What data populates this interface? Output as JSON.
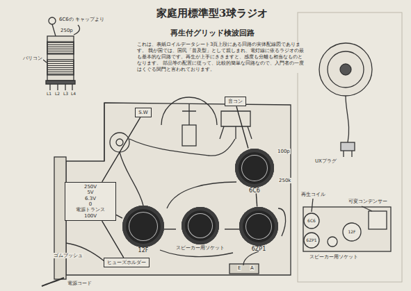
{
  "diagram": {
    "title": "家庭用標準型3球ラジオ",
    "nodes": [
      {
        "text": [
          "S.W"
        ]
      },
      {
        "text": [
          "音コン"
        ]
      },
      {
        "text": [
          "6C6"
        ]
      },
      {
        "text": [
          "250V",
          "5V",
          "6.3V",
          "0",
          "電源トランス",
          "100V"
        ]
      },
      {
        "text": [
          "12F"
        ]
      },
      {
        "text": [
          "スピーカー用ソケット"
        ]
      },
      {
        "text": [
          "6ZP1"
        ]
      },
      {
        "text": [
          "ヒューズホルダー"
        ]
      }
    ],
    "edges": [
      {
        "from": 0,
        "to": 3,
        "arrow": "none"
      },
      {
        "from": 3,
        "to": 4,
        "arrow": "none"
      },
      {
        "from": 4,
        "to": 5,
        "arrow": "none"
      },
      {
        "from": 5,
        "to": 6,
        "arrow": "none"
      },
      {
        "from": 6,
        "to": 2,
        "arrow": "none"
      },
      {
        "from": 2,
        "to": 1,
        "arrow": "none"
      },
      {
        "from": 3,
        "to": 7,
        "arrow": "none"
      }
    ],
    "labels": [
      "6C6の キャップより",
      "250p",
      "バリコン",
      "L1",
      "L2",
      "L3",
      "L4",
      "再生付グリッド検波回路",
      "これは、表紙ロイルデータシート3頁上段にある回路の実体配線図であります。 我が国では、国民「普及型」として親しまれ、電灯線に依るラジオの最も基本的な回路です。再生が上手にききますと、感度も分離も相当なものとなります。 部品等の配置に従って、比較的簡単な回路なので、入門者の一度はくぐる関門と言われております。",
      "100p",
      "250k",
      "UXプラグ",
      "再生コイル",
      "可変コンデンサー",
      "6C6",
      "6ZP1",
      "12F",
      "スピーカー用ソケット",
      "ゴムブッシュ",
      "電源コード",
      "E",
      "A"
    ]
  }
}
